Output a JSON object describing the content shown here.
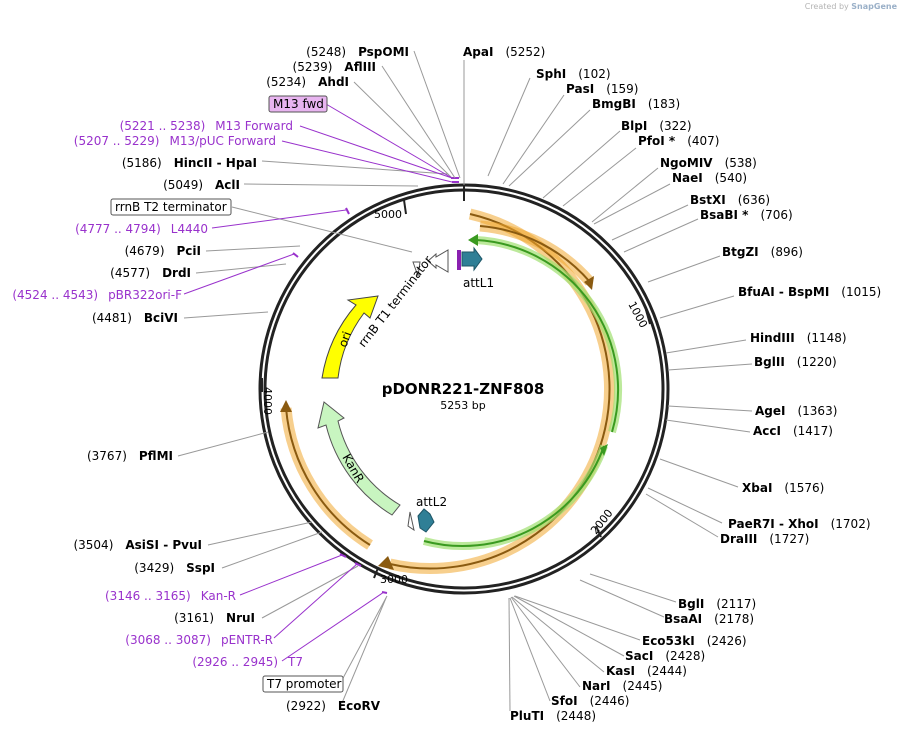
{
  "credit": {
    "prefix": "Created by",
    "brand": "SnapGene"
  },
  "plasmid": {
    "name": "pDONR221-ZNF808",
    "length_label": "5253 bp"
  },
  "ticks": [
    "1000",
    "2000",
    "3000",
    "4000",
    "5000"
  ],
  "enzymes": [
    {
      "id": "apai",
      "name": "ApaI",
      "pos": "(5252)"
    },
    {
      "id": "sphi",
      "name": "SphI",
      "pos": "(102)"
    },
    {
      "id": "pasi",
      "name": "PasI",
      "pos": "(159)"
    },
    {
      "id": "bmgbi",
      "name": "BmgBI",
      "pos": "(183)"
    },
    {
      "id": "blpi",
      "name": "BlpI",
      "pos": "(322)"
    },
    {
      "id": "pfoi",
      "name": "PfoI *",
      "pos": "(407)"
    },
    {
      "id": "ngomiv",
      "name": "NgoMIV",
      "pos": "(538)"
    },
    {
      "id": "naei",
      "name": "NaeI",
      "pos": "(540)"
    },
    {
      "id": "bstxi",
      "name": "BstXI",
      "pos": "(636)"
    },
    {
      "id": "bsabi",
      "name": "BsaBI *",
      "pos": "(706)"
    },
    {
      "id": "btgzi",
      "name": "BtgZI",
      "pos": "(896)"
    },
    {
      "id": "bfuai",
      "name": "BfuAI  - BspMI",
      "pos": "(1015)"
    },
    {
      "id": "hindiii",
      "name": "HindIII",
      "pos": "(1148)"
    },
    {
      "id": "bglii",
      "name": "BglII",
      "pos": "(1220)"
    },
    {
      "id": "agei",
      "name": "AgeI",
      "pos": "(1363)"
    },
    {
      "id": "acci",
      "name": "AccI",
      "pos": "(1417)"
    },
    {
      "id": "xbai",
      "name": "XbaI",
      "pos": "(1576)"
    },
    {
      "id": "paer7i",
      "name": "PaeR7I  - XhoI",
      "pos": "(1702)"
    },
    {
      "id": "draiii",
      "name": "DraIII",
      "pos": "(1727)"
    },
    {
      "id": "bgli",
      "name": "BglI",
      "pos": "(2117)"
    },
    {
      "id": "bsaai",
      "name": "BsaAI",
      "pos": "(2178)"
    },
    {
      "id": "eco53ki",
      "name": "Eco53kI",
      "pos": "(2426)"
    },
    {
      "id": "saci",
      "name": "SacI",
      "pos": "(2428)"
    },
    {
      "id": "kasi",
      "name": "KasI",
      "pos": "(2444)"
    },
    {
      "id": "nari",
      "name": "NarI",
      "pos": "(2445)"
    },
    {
      "id": "sfoi",
      "name": "SfoI",
      "pos": "(2446)"
    },
    {
      "id": "pluti",
      "name": "PluTI",
      "pos": "(2448)"
    },
    {
      "id": "ecorv",
      "name": "EcoRV",
      "pos": "(2922)"
    },
    {
      "id": "nrui",
      "name": "NruI",
      "pos": "(3161)"
    },
    {
      "id": "sspi",
      "name": "SspI",
      "pos": "(3429)"
    },
    {
      "id": "asisi",
      "name": "AsiSI  - PvuI",
      "pos": "(3504)"
    },
    {
      "id": "pflmi",
      "name": "PflMI",
      "pos": "(3767)"
    },
    {
      "id": "bcivi",
      "name": "BciVI",
      "pos": "(4481)"
    },
    {
      "id": "drdi",
      "name": "DrdI",
      "pos": "(4577)"
    },
    {
      "id": "pcii",
      "name": "PciI",
      "pos": "(4679)"
    },
    {
      "id": "acli",
      "name": "AclI",
      "pos": "(5049)"
    },
    {
      "id": "hincii",
      "name": "HincII  - HpaI",
      "pos": "(5186)"
    },
    {
      "id": "ahdi",
      "name": "AhdI",
      "pos": "(5234)"
    },
    {
      "id": "aflii",
      "name": "AflIII",
      "pos": "(5239)"
    },
    {
      "id": "psppomi",
      "name": "PspOMI",
      "pos": "(5248)"
    }
  ],
  "primers": [
    {
      "id": "m13fwd",
      "range": "(5221 .. 5238)",
      "name": "M13 Forward"
    },
    {
      "id": "m13puc",
      "range": "(5207 .. 5229)",
      "name": "M13/pUC Forward"
    },
    {
      "id": "l4440",
      "range": "(4777 .. 4794)",
      "name": "L4440"
    },
    {
      "id": "pbr322",
      "range": "(4524 .. 4543)",
      "name": "pBR322ori-F"
    },
    {
      "id": "kanr",
      "range": "(3146 .. 3165)",
      "name": "Kan-R"
    },
    {
      "id": "pentr",
      "range": "(3068 .. 3087)",
      "name": "pENTR-R"
    },
    {
      "id": "t7",
      "range": "(2926 .. 2945)",
      "name": "T7"
    }
  ],
  "boxed_labels": {
    "m13_fwd": "M13 fwd",
    "rrnb_t2": "rrnB T2 terminator",
    "t7_promoter": "T7 promoter"
  },
  "features": {
    "attl1": "attL1",
    "attl2": "attL2",
    "rrnb_t1": "rrnB T1 terminator",
    "ori": "ori",
    "kanr": "KanR"
  },
  "colors": {
    "backbone": "#222222",
    "orf": "#f0a830",
    "orf_line": "#8a5a10",
    "green_arrow": "#3a9a20",
    "att_site": "#2f7f96",
    "ori": "#ffff00",
    "kanr": "#c8f5c0",
    "primer": "#9932cc",
    "m13_box": "#e8b4f0"
  }
}
